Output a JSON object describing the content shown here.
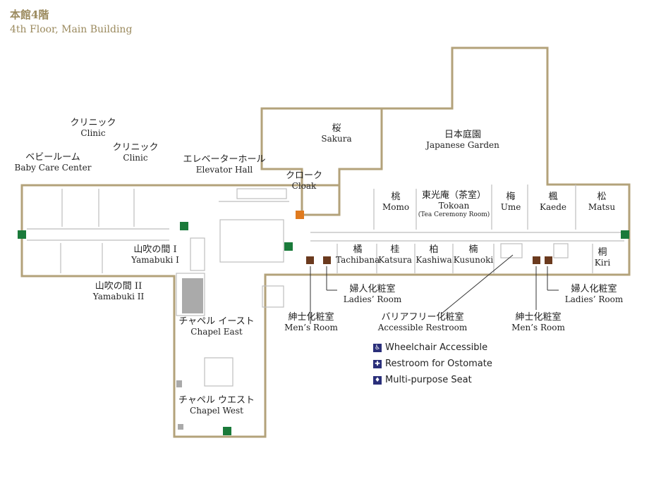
{
  "header": {
    "title_jp": "本館4階",
    "title_en": "4th Floor, Main Building"
  },
  "colors": {
    "wall": "#b3a27a",
    "inner": "#bdbdbd",
    "exit": "#1a7a3a",
    "cloak": "#e07a1e",
    "restroom": "#6b3a1e",
    "legend": "#2a2f7a"
  },
  "rooms": {
    "sakura": {
      "jp": "桜",
      "en": "Sakura"
    },
    "garden": {
      "jp": "日本庭園",
      "en": "Japanese Garden"
    },
    "momo": {
      "jp": "桃",
      "en": "Momo"
    },
    "tokoan": {
      "jp": "東光庵（茶室）",
      "en": "Tokoan",
      "sub": "(Tea Ceremony Room)"
    },
    "ume": {
      "jp": "梅",
      "en": "Ume"
    },
    "kaede": {
      "jp": "楓",
      "en": "Kaede"
    },
    "matsu": {
      "jp": "松",
      "en": "Matsu"
    },
    "kiri": {
      "jp": "桐",
      "en": "Kiri"
    },
    "tachibana": {
      "jp": "橘",
      "en": "Tachibana"
    },
    "katsura": {
      "jp": "桂",
      "en": "Katsura"
    },
    "kashiwa": {
      "jp": "柏",
      "en": "Kashiwa"
    },
    "kusunoki": {
      "jp": "楠",
      "en": "Kusunoki"
    },
    "clinic1": {
      "jp": "クリニック",
      "en": "Clinic"
    },
    "clinic2": {
      "jp": "クリニック",
      "en": "Clinic"
    },
    "babycare": {
      "jp": "ベビールーム",
      "en": "Baby Care Center"
    },
    "elevator": {
      "jp": "エレベーターホール",
      "en": "Elevator Hall"
    },
    "cloak": {
      "jp": "クローク",
      "en": "Cloak"
    },
    "yamabuki1": {
      "jp": "山吹の間 I",
      "en": "Yamabuki I"
    },
    "yamabuki2": {
      "jp": "山吹の間 II",
      "en": "Yamabuki II"
    },
    "chapel_east": {
      "jp": "チャペル イースト",
      "en": "Chapel East"
    },
    "chapel_west": {
      "jp": "チャペル ウエスト",
      "en": "Chapel West"
    },
    "ladies1": {
      "jp": "婦人化粧室",
      "en": "Ladies’ Room"
    },
    "mens1": {
      "jp": "紳士化粧室",
      "en": "Men’s Room"
    },
    "accessible": {
      "jp": "バリアフリー化粧室",
      "en": "Accessible Restroom"
    },
    "mens2": {
      "jp": "紳士化粧室",
      "en": "Men’s Room"
    },
    "ladies2": {
      "jp": "婦人化粧室",
      "en": "Ladies’ Room"
    }
  },
  "legend": [
    {
      "icon": "wheelchair-icon",
      "glyph": "♿",
      "label": "Wheelchair Accessible"
    },
    {
      "icon": "ostomate-icon",
      "glyph": "✚",
      "label": "Restroom for Ostomate"
    },
    {
      "icon": "seat-icon",
      "glyph": "♦",
      "label": "Multi-purpose Seat"
    }
  ]
}
